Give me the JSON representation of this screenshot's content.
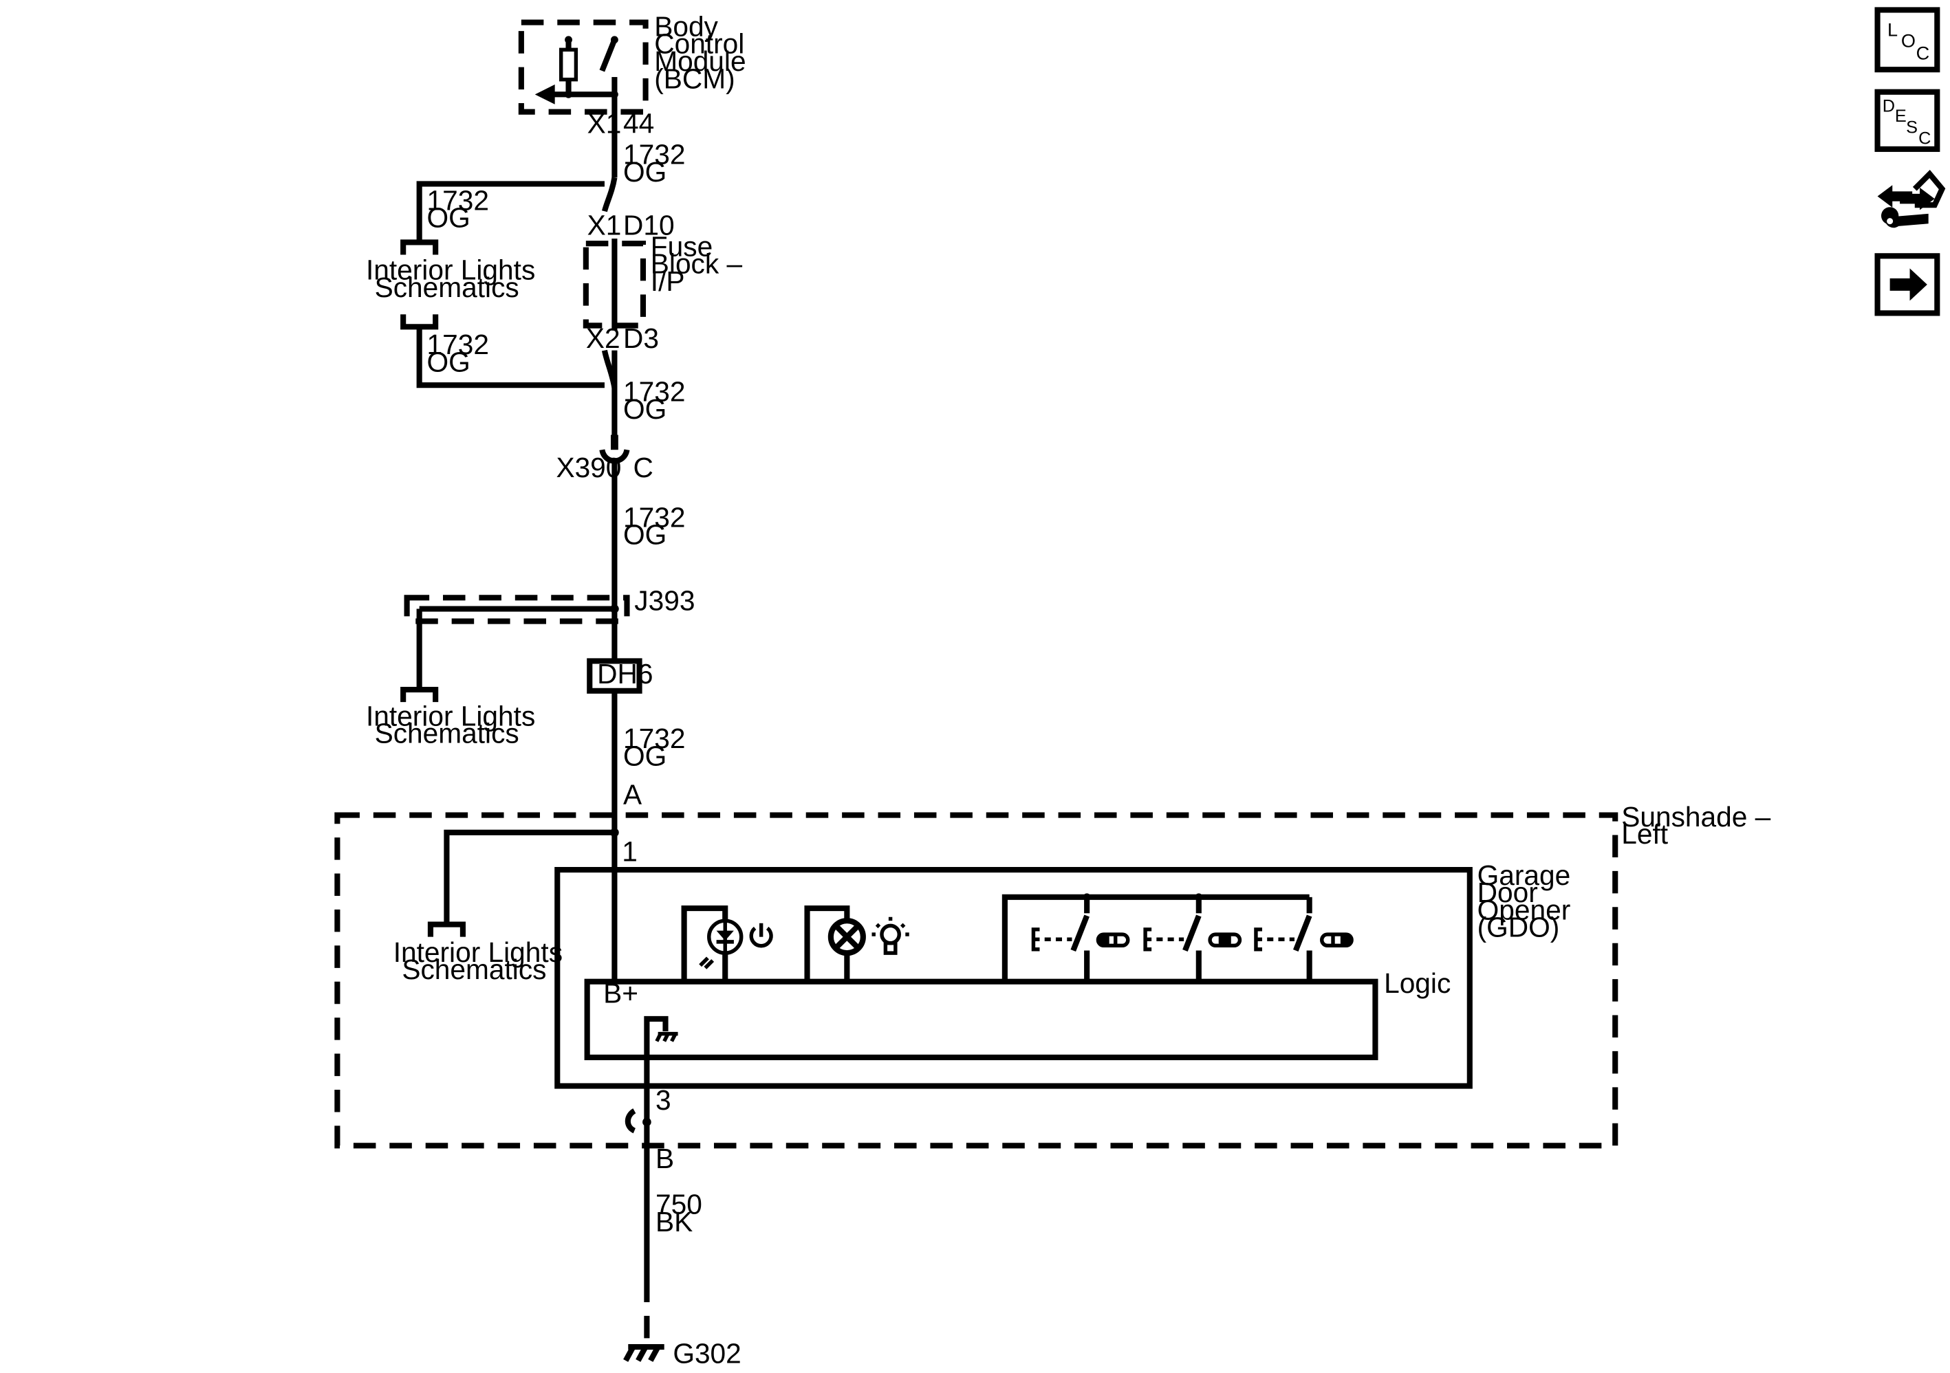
{
  "bcm": {
    "line1": "Body",
    "line2": "Control",
    "line3": "Module",
    "line4": "(BCM)",
    "conn": "X1",
    "pin": "44"
  },
  "wire_1732": {
    "circuit": "1732",
    "color": "OG"
  },
  "fuse_block": {
    "line1": "Fuse",
    "line2": "Block –",
    "line3": "I/P",
    "in_conn": "X1",
    "in_pin": "D10",
    "out_conn": "X2",
    "out_pin": "D3"
  },
  "interior_lights": {
    "line1": "Interior Lights",
    "line2": "Schematics"
  },
  "connector_x390": {
    "name": "X390",
    "pin": "C"
  },
  "splice_j393": {
    "name": "J393"
  },
  "inline_dh6": {
    "label": "DH6"
  },
  "sunshade": {
    "line1": "Sunshade –",
    "line2": "Left",
    "in_pin": "A",
    "out_pin": "B"
  },
  "gdo": {
    "line1": "Garage",
    "line2": "Door",
    "line3": "Opener",
    "line4": "(GDO)",
    "logic": "Logic",
    "bplus": "B+",
    "pin_1": "1",
    "pin_3": "3"
  },
  "ground_wire": {
    "circuit": "750",
    "color": "BK"
  },
  "ground": {
    "name": "G302"
  },
  "nav": {
    "loc": [
      "L",
      "O",
      "C"
    ],
    "desc": [
      "D",
      "E",
      "S",
      "C"
    ]
  }
}
